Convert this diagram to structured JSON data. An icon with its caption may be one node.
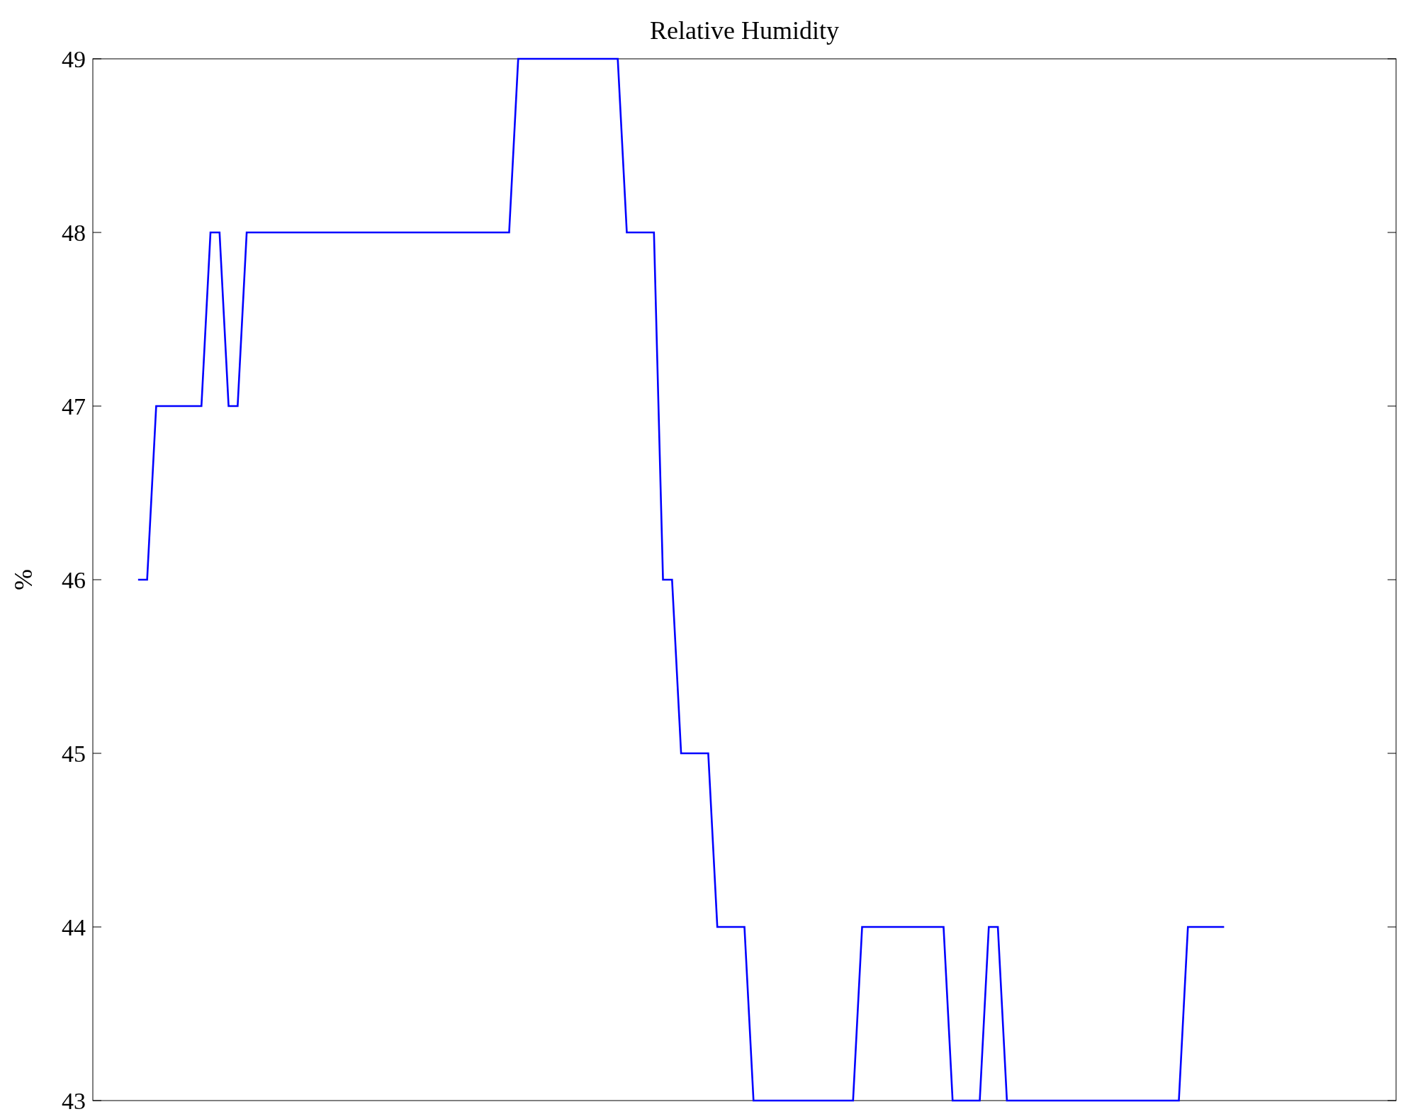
{
  "diagram": {
    "chart_data": {
      "type": "line",
      "title": "Relative Humidity",
      "ylabel": "%",
      "categories": [
        null,
        null,
        null,
        null,
        null,
        null,
        null,
        null,
        null,
        null,
        null,
        null,
        null,
        null,
        null,
        null,
        null,
        null,
        null,
        null,
        null,
        null,
        null,
        null,
        null,
        null,
        null,
        null,
        null,
        null,
        null,
        null,
        null,
        null,
        null,
        null,
        null,
        null,
        null,
        null,
        null,
        null,
        null,
        null,
        null,
        null,
        null,
        null,
        null,
        null,
        null,
        null,
        null,
        null,
        null,
        null,
        null,
        null,
        null,
        null,
        null,
        null,
        null,
        null,
        null,
        null,
        null,
        null,
        null,
        null,
        null,
        null,
        null,
        null,
        null,
        null,
        null,
        null,
        null,
        null,
        null,
        null,
        null,
        null,
        null,
        null,
        null,
        null,
        null,
        null,
        null,
        null,
        null,
        null,
        null,
        null,
        null,
        null,
        null,
        null,
        null,
        null,
        null,
        null,
        null,
        null,
        null,
        null,
        null,
        null,
        null,
        null,
        null,
        null,
        null,
        null,
        null,
        null,
        null,
        null,
        null
      ],
      "series": [
        {
          "color": "#0000ff",
          "values": [
            46,
            46,
            47,
            47,
            47,
            47,
            47,
            47,
            48,
            48,
            47,
            47,
            48,
            48,
            48,
            48,
            48,
            48,
            48,
            48,
            48,
            48,
            48,
            48,
            48,
            48,
            48,
            48,
            48,
            48,
            48,
            48,
            48,
            48,
            48,
            48,
            48,
            48,
            48,
            48,
            48,
            48,
            49,
            49,
            49,
            49,
            49,
            49,
            49,
            49,
            49,
            49,
            49,
            49,
            48,
            48,
            48,
            48,
            46,
            46,
            45,
            45,
            45,
            45,
            44,
            44,
            44,
            44,
            43,
            43,
            43,
            43,
            43,
            43,
            43,
            43,
            43,
            43,
            43,
            43,
            44,
            44,
            44,
            44,
            44,
            44,
            44,
            44,
            44,
            44,
            43,
            43,
            43,
            43,
            44,
            44,
            43,
            43,
            43,
            43,
            43,
            43,
            43,
            43,
            43,
            43,
            43,
            43,
            43,
            43,
            43,
            43,
            43,
            43,
            43,
            43,
            44,
            44,
            44,
            44,
            44
          ]
        }
      ],
      "ylim": [
        43,
        49
      ],
      "yticks": [
        43,
        44,
        45,
        46,
        47,
        48,
        49
      ]
    }
  }
}
